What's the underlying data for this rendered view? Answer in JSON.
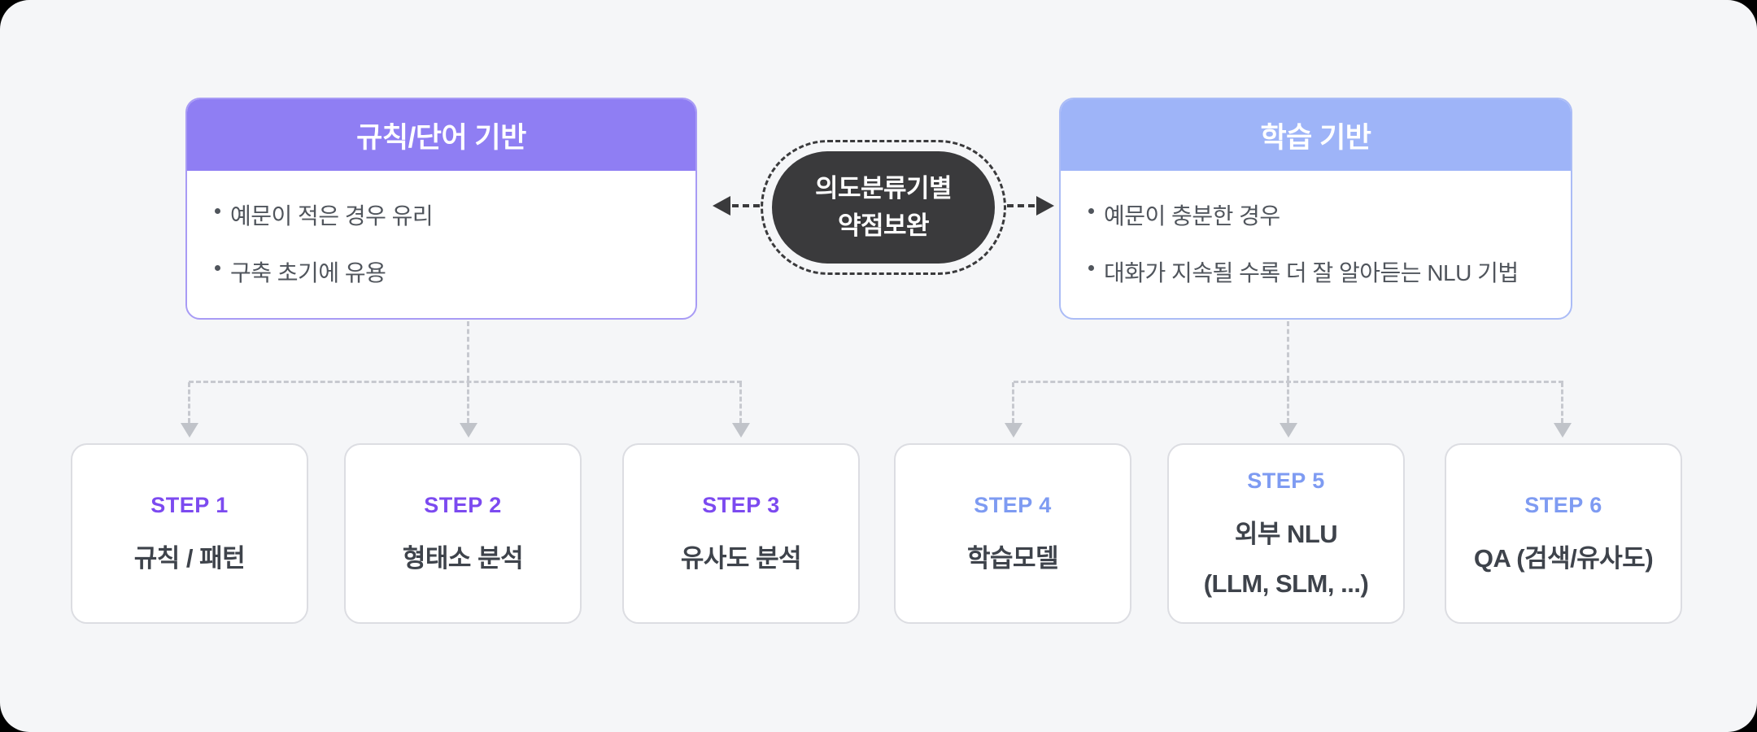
{
  "diagram": {
    "rule_box": {
      "title": "규칙/단어 기반",
      "bullets": [
        "예문이 적은 경우 유리",
        "구축 초기에 유용"
      ]
    },
    "learning_box": {
      "title": "학습 기반",
      "bullets": [
        "예문이 충분한 경우",
        "대화가 지속될 수록 더 잘 알아듣는 NLU 기법"
      ]
    },
    "center_badge": {
      "line1": "의도분류기별",
      "line2": "약점보완"
    },
    "steps": [
      {
        "label": "STEP 1",
        "title": "규칙 / 패턴",
        "group": "rule"
      },
      {
        "label": "STEP 2",
        "title": "형태소 분석",
        "group": "rule"
      },
      {
        "label": "STEP 3",
        "title": "유사도 분석",
        "group": "rule"
      },
      {
        "label": "STEP 4",
        "title": "학습모델",
        "group": "learning"
      },
      {
        "label": "STEP 5",
        "title": "외부 NLU",
        "subtitle": "(LLM, SLM, ...)",
        "group": "learning"
      },
      {
        "label": "STEP 6",
        "title": "QA (검색/유사도)",
        "group": "learning"
      }
    ],
    "colors": {
      "panel_background": "#f5f6f8",
      "rule_header": "#8f7ef3",
      "rule_border": "#a89bf5",
      "rule_step_label": "#7c4af0",
      "learning_header": "#9eb4f8",
      "learning_border": "#abbcf6",
      "learning_step_label": "#7e9bf2",
      "badge_background": "#3a3a3c",
      "connector_gray": "#c7c9cf",
      "body_text": "#50555c",
      "card_title_text": "#3e434b"
    }
  }
}
